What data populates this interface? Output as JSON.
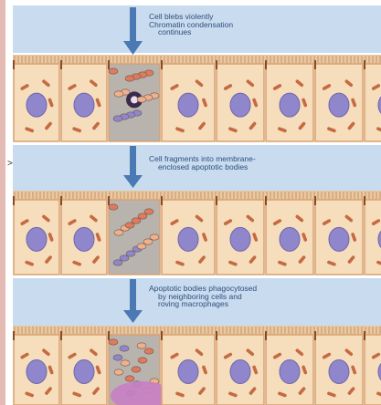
{
  "figure": {
    "step1": {
      "lines": [
        "Cell blebs violently",
        "Chromatin condensation",
        "continues"
      ]
    },
    "step2": {
      "lines": [
        "Cell fragments into membrane-",
        "enclosed apoptotic bodies"
      ]
    },
    "step3": {
      "lines": [
        "Apoptotic bodies phagocytosed",
        "by neighboring cells and",
        "roving macrophages"
      ]
    },
    "side_mark": ">"
  },
  "colors": {
    "band": "#c9dcef",
    "arrow": "#4b79b4",
    "cell": "#f6ddbb",
    "cell_border": "#d8a070",
    "nucleus": "#8f86cc",
    "organelle": "#c56a42",
    "apoptotic": "#9aa5ae",
    "macrophage": "#c87fc4",
    "left_border": "#b23a2a"
  }
}
